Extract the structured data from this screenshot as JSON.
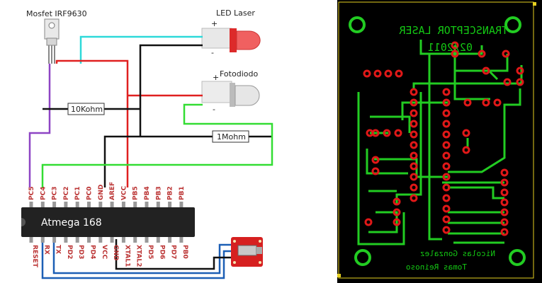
{
  "schematic": {
    "labels": {
      "mosfet": "Mosfet IRF9630",
      "laser": "LED Laser",
      "photodiode": "Fotodiodo",
      "r10k": "10Kohm",
      "r1m": "1Mohm",
      "chip": "Atmega 168",
      "plus_laser": "+",
      "minus_laser": "-",
      "plus_photo": "+",
      "minus_photo": "-"
    },
    "top_pins": [
      "PC5",
      "PC4",
      "PC3",
      "PC2",
      "PC1",
      "PC0",
      "GND",
      "AREF",
      "VCC",
      "PB5",
      "PB4",
      "PB3",
      "PB2",
      "PB1"
    ],
    "bottom_pins": [
      "RESET",
      "RX",
      "TX",
      "PD2",
      "PD3",
      "PD4",
      "VCC",
      "GND",
      "XTAL1",
      "XTAL2",
      "PD5",
      "PD6",
      "PD7",
      "PB0"
    ],
    "colors": {
      "purple": "#8e44c4",
      "cyan": "#2ed9d9",
      "red": "#e02020",
      "black": "#111111",
      "green": "#33dd33",
      "blue": "#1c5fb5",
      "teal_label": "#1e8a8a",
      "green_label": "#2a9d2a"
    }
  },
  "pcb": {
    "title": "TRANSCEPTOR LASER",
    "date": "02/2011",
    "names": [
      "Nicolas Gonzalez",
      "Tomas Reinoso"
    ],
    "colors": {
      "bg": "#000000",
      "trace": "#22cc22",
      "pad": "#e01818",
      "border": "#e6d020"
    }
  }
}
